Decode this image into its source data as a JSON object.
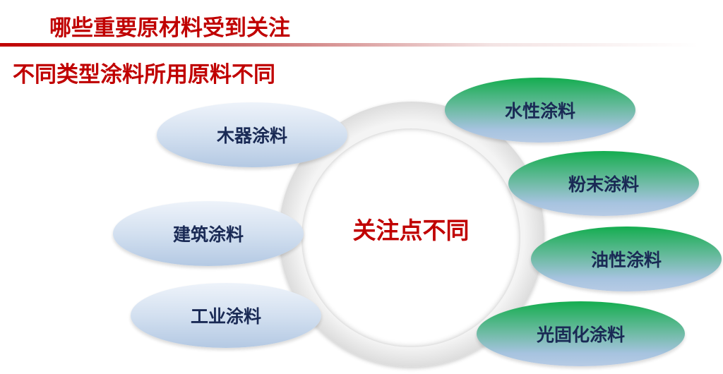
{
  "heading": "哪些重要原材料受到关注",
  "subheading": "不同类型涂料所用原料不同",
  "center": "关注点不同",
  "left_items": [
    "木器涂料",
    "建筑涂料",
    "工业涂料"
  ],
  "right_items": [
    "水性涂料",
    "粉末涂料",
    "油性涂料",
    "光固化涂料"
  ],
  "colors": {
    "title": "#c00000",
    "item_text": "#1a2a55",
    "green": "#14ad4f",
    "blue": "#b4c9e3"
  }
}
